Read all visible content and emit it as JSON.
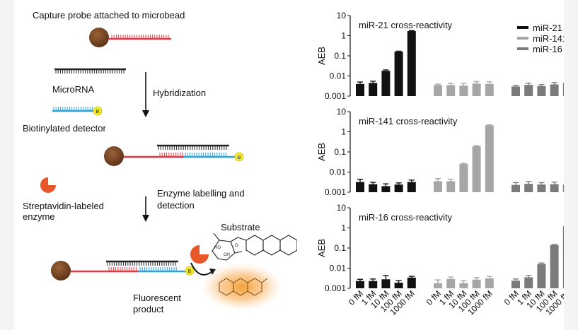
{
  "diagram": {
    "capture_probe": "Capture probe attached to microbead",
    "microrna": "MicroRNA",
    "hybridization": "Hybridization",
    "biotinylated_detector": "Biotinylated detector",
    "streptavidin_line1": "Streptavidin-labeled",
    "streptavidin_line2": "enzyme",
    "enzyme_line1": "Enzyme labelling and",
    "enzyme_line2": "detection",
    "substrate": "Substrate",
    "fluorescent_line1": "Fluorescent",
    "fluorescent_line2": "product",
    "biotin_mark": "B"
  },
  "colors": {
    "bead": "#6b3d1c",
    "capture_strand": "#e63946",
    "microrna_strand": "#222222",
    "detector_strand": "#2aa3dd",
    "biotin": "#f3ea2b",
    "enzyme": "#e8572a",
    "glow": "#f7a43c",
    "miR21": "#111111",
    "miR141": "#a6a6a6",
    "miR16": "#7b7b7b"
  },
  "chart_data": [
    {
      "type": "bar",
      "title": "miR-21 cross-reactivity",
      "ylabel": "AEB",
      "yscale": "log",
      "ylim": [
        0.001,
        10
      ],
      "yticks": [
        "10",
        "1",
        "0.1",
        "0.01",
        "0.001"
      ],
      "legend": [
        "miR-21",
        "miR-141",
        "miR-16"
      ],
      "legend_position": "top-right",
      "groups": [
        {
          "name": "miR-21",
          "values": [
            0.004,
            0.0045,
            0.018,
            0.16,
            1.7
          ],
          "errors": [
            0.001,
            0.001,
            0.002,
            0.01,
            0.1
          ]
        },
        {
          "name": "miR-141",
          "values": [
            0.0035,
            0.0035,
            0.0033,
            0.0042,
            0.004
          ],
          "errors": [
            0.0004,
            0.0008,
            0.0009,
            0.0011,
            0.0011
          ]
        },
        {
          "name": "miR-16",
          "values": [
            0.003,
            0.0036,
            0.0031,
            0.0038,
            0.0045
          ],
          "errors": [
            0.0004,
            0.0008,
            0.0006,
            0.0009,
            0.0008
          ]
        }
      ]
    },
    {
      "type": "bar",
      "title": "miR-141 cross-reactivity",
      "ylabel": "AEB",
      "yscale": "log",
      "ylim": [
        0.001,
        10
      ],
      "yticks": [
        "10",
        "1",
        "0.1",
        "0.01",
        "0.001"
      ],
      "groups": [
        {
          "name": "miR-21",
          "values": [
            0.0032,
            0.0025,
            0.002,
            0.0024,
            0.0032
          ],
          "errors": [
            0.0012,
            0.0006,
            0.0006,
            0.0005,
            0.0008
          ]
        },
        {
          "name": "miR-141",
          "values": [
            0.0035,
            0.0035,
            0.025,
            0.19,
            2.1
          ],
          "errors": [
            0.0012,
            0.0009,
            0.002,
            0.015,
            0.1
          ]
        },
        {
          "name": "miR-16",
          "values": [
            0.0023,
            0.0026,
            0.0024,
            0.0025,
            0.0024
          ],
          "errors": [
            0.0007,
            0.0008,
            0.0006,
            0.0007,
            0.0004
          ]
        }
      ]
    },
    {
      "type": "bar",
      "title": "miR-16 cross-reactivity",
      "ylabel": "AEB",
      "yscale": "log",
      "ylim": [
        0.001,
        10
      ],
      "yticks": [
        "10",
        "1",
        "0.1",
        "0.01",
        "0.001"
      ],
      "categories": [
        "0 fM",
        "1 fM",
        "10 fM",
        "100 fM",
        "1000 fM"
      ],
      "groups": [
        {
          "name": "miR-21",
          "values": [
            0.0023,
            0.0023,
            0.0028,
            0.0019,
            0.0034
          ],
          "errors": [
            0.0005,
            0.0006,
            0.0015,
            0.0005,
            0.0005
          ]
        },
        {
          "name": "miR-141",
          "values": [
            0.0018,
            0.0029,
            0.0018,
            0.0027,
            0.0031
          ],
          "errors": [
            0.0008,
            0.0007,
            0.0006,
            0.0007,
            0.0008
          ]
        },
        {
          "name": "miR-16",
          "values": [
            0.0024,
            0.0035,
            0.016,
            0.14,
            1.2
          ],
          "errors": [
            0.0005,
            0.0008,
            0.002,
            0.01,
            0.1
          ]
        }
      ]
    }
  ]
}
